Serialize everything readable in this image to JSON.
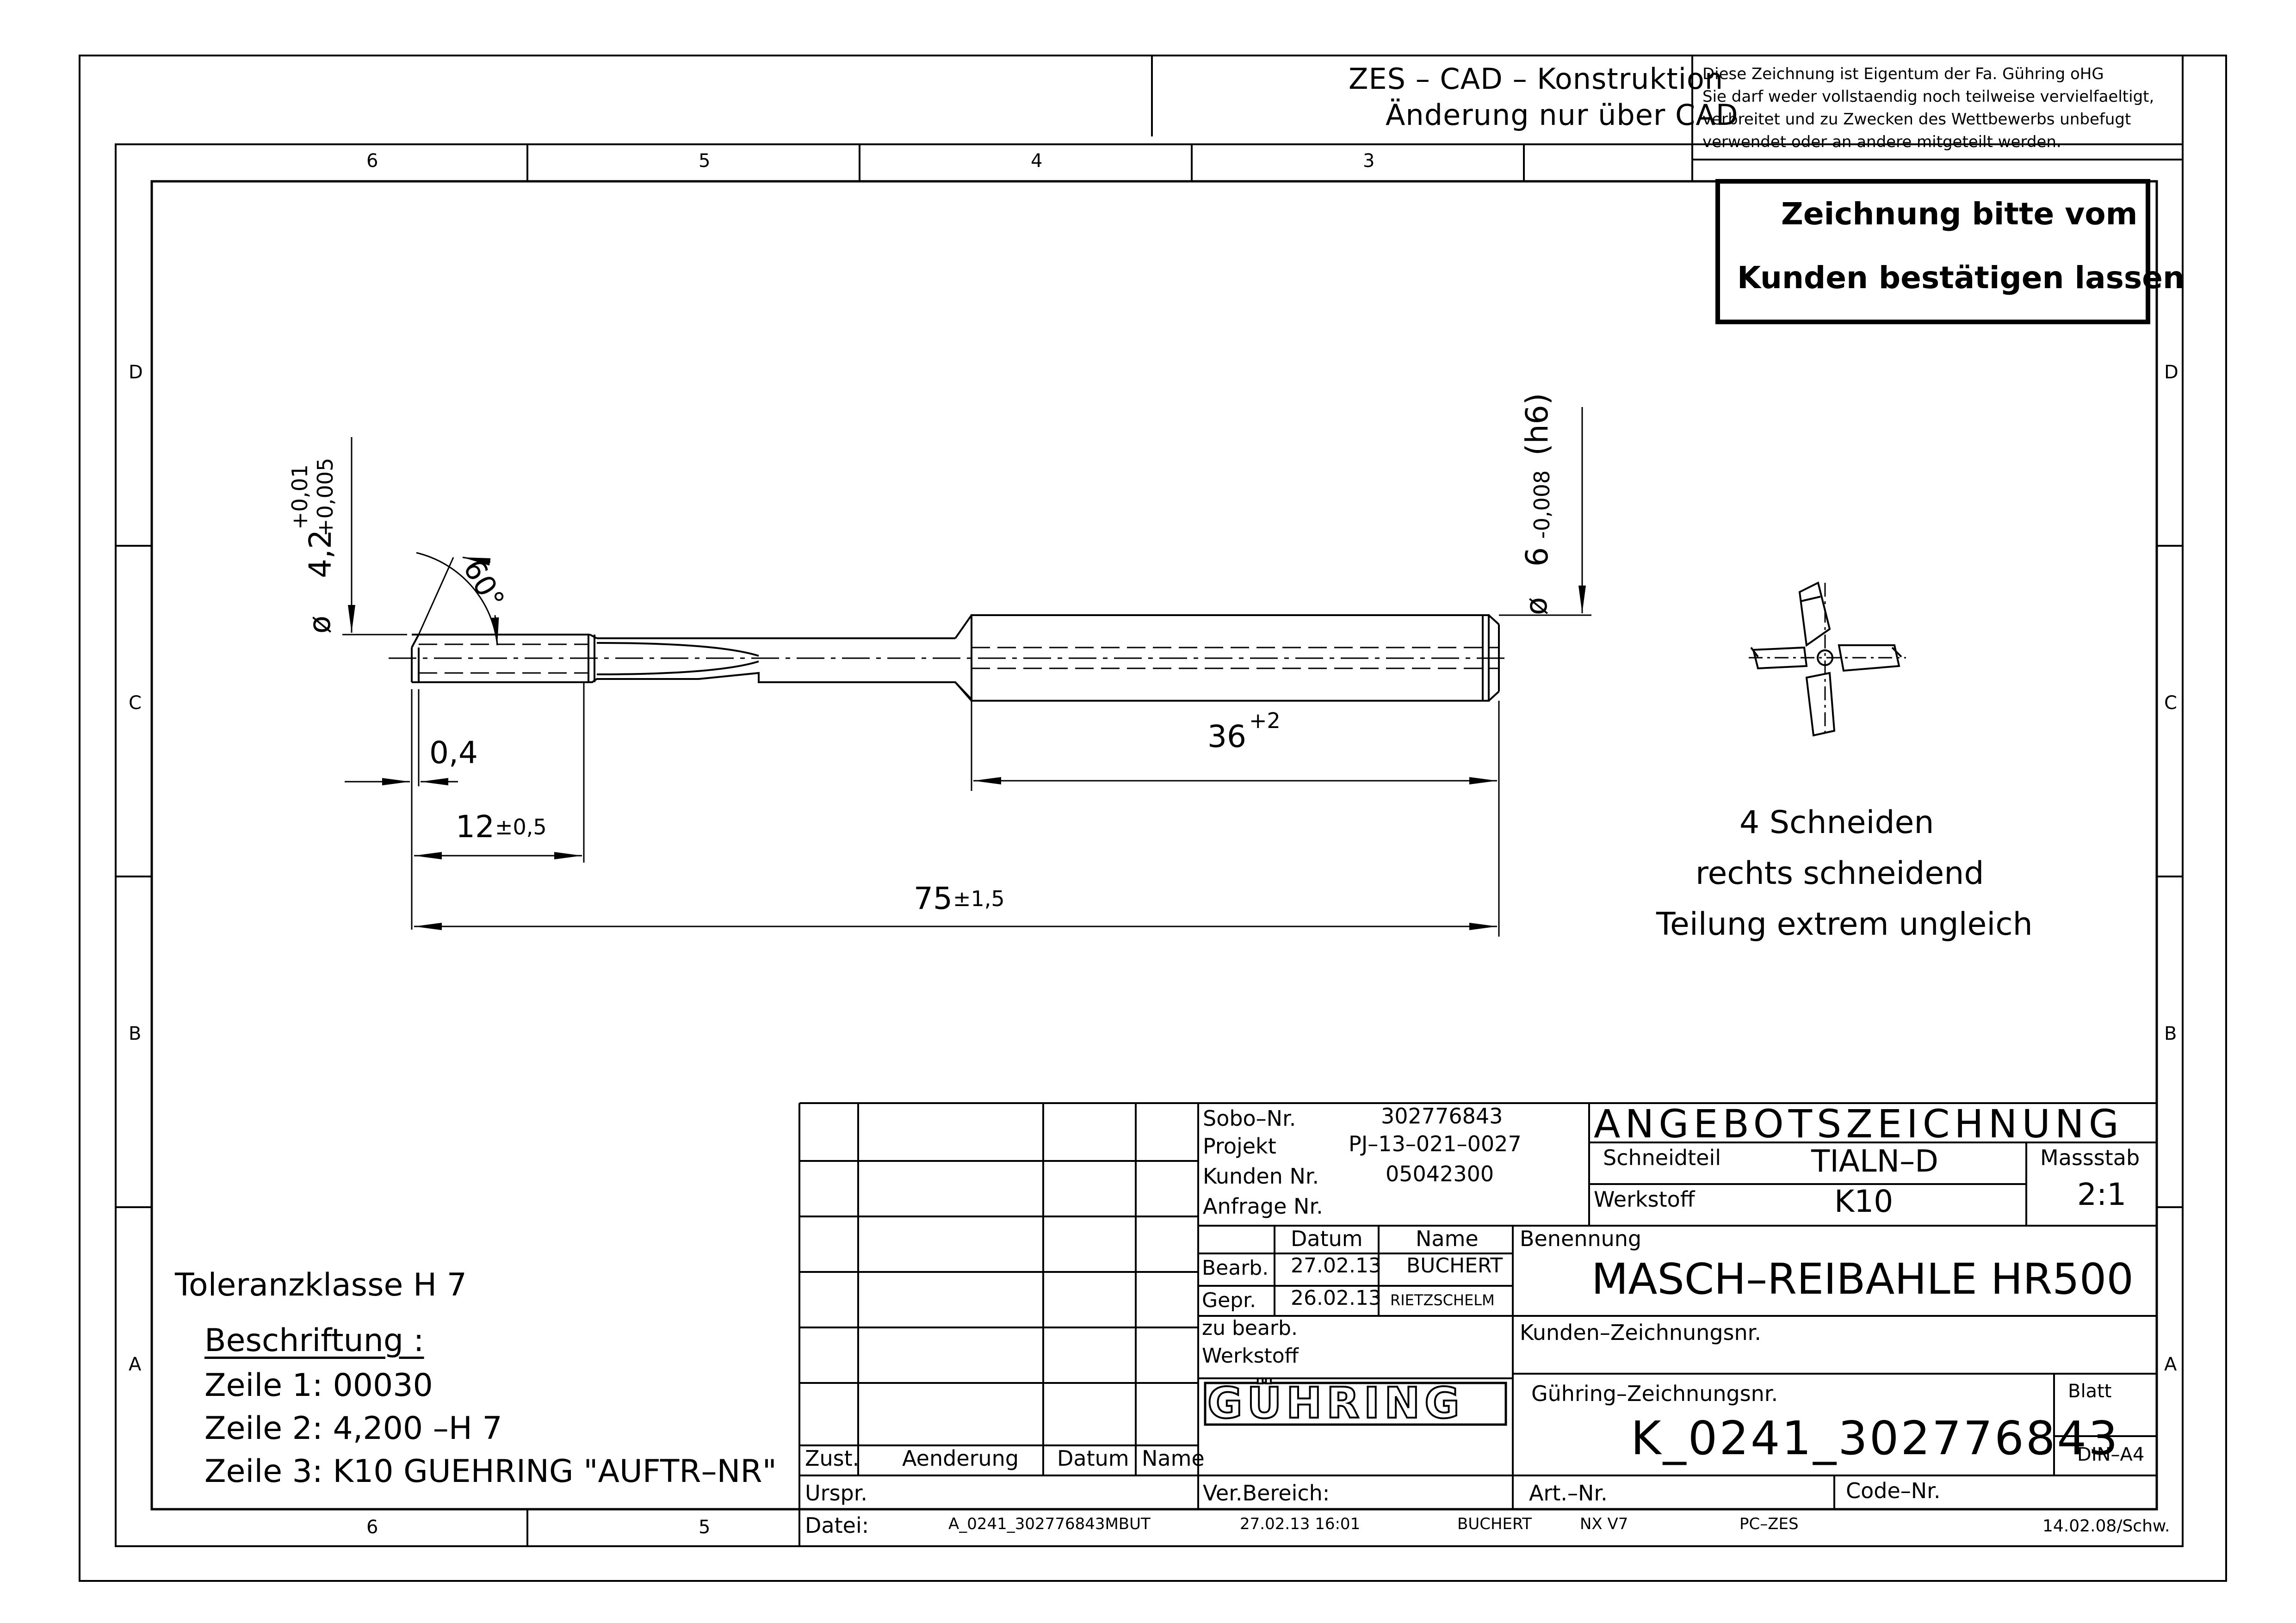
{
  "header": {
    "cad_line1": "ZES – CAD – Konstruktion",
    "cad_line2": "Änderung nur über CAD",
    "copyright": [
      "Diese Zeichnung ist Eigentum der Fa. Gühring oHG",
      "Sie darf weder vollstaendig noch teilweise vervielfaeltigt,",
      "verbreitet und zu Zwecken des Wettbewerbs unbefugt",
      "verwendet oder an andere mitgeteilt werden."
    ]
  },
  "notice": {
    "line1": "Zeichnung bitte vom",
    "line2": "Kunden bestätigen lassen"
  },
  "grid": {
    "columns_top": [
      "6",
      "5",
      "4",
      "3"
    ],
    "columns_bottom": [
      "6",
      "5"
    ],
    "rows": [
      "D",
      "C",
      "B",
      "A"
    ]
  },
  "dimensions": {
    "dia_small_prefix": "ø",
    "dia_small_value": "4,2",
    "dia_small_tol_upper": "+0,01",
    "dia_small_tol_lower": "+0,005",
    "angle": "60°",
    "chamfer": "0,4",
    "len_cut": "12",
    "len_cut_tol": "±0,5",
    "len_total": "75",
    "len_total_tol": "±1,5",
    "len_shank": "36",
    "len_shank_tol": "+2",
    "dia_shank_prefix": "ø",
    "dia_shank_value": "6",
    "dia_shank_tol": "-0,008",
    "dia_shank_fit": "(h6)"
  },
  "flute_notes": [
    "4 Schneiden",
    "rechts schneidend",
    "Teilung extrem ungleich"
  ],
  "notes": {
    "tolerance": "Toleranzklasse H 7",
    "label_title": "Beschriftung :",
    "lines": [
      "Zeile 1:  00030",
      "Zeile 2:  4,200 –H 7",
      "Zeile 3:  K10 GUEHRING \"AUFTR–NR\""
    ]
  },
  "title_block": {
    "sobo_label": "Sobo–Nr.",
    "sobo_value": "302776843",
    "projekt_label": "Projekt",
    "projekt_value": "PJ–13–021–0027",
    "kunden_label": "Kunden Nr.",
    "kunden_value": "05042300",
    "anfrage_label": "Anfrage Nr.",
    "datum_header": "Datum",
    "name_header": "Name",
    "bearb_label": "Bearb.",
    "bearb_date": "27.02.13",
    "bearb_name": "BUCHERT",
    "gepr_label": "Gepr.",
    "gepr_date": "26.02.13",
    "gepr_name": "RIETZSCHELM",
    "zu_bearb_line1": "zu bearb.",
    "zu_bearb_line2": "Werkstoff",
    "logo": "GÜHRING",
    "doc_title": "ANGEBOTSZEICHNUNG",
    "schneidteil_label": "Schneidteil",
    "schneidteil_value": "TIALN–D",
    "werkstoff_label": "Werkstoff",
    "werkstoff_value": "K10",
    "massstab_label": "Massstab",
    "massstab_value": "2:1",
    "benennung_label": "Benennung",
    "benennung_value": "MASCH–REIBAHLE HR500",
    "kunden_zeichnungsnr_label": "Kunden–Zeichnungsnr.",
    "guehring_zeichnungsnr_label": "Gühring–Zeichnungsnr.",
    "guehring_zeichnungsnr_value": "K_0241_302776843",
    "blatt_label": "Blatt",
    "format": "DIN–A4",
    "zust_label": "Zust.",
    "aenderung_label": "Aenderung",
    "datum_label": "Datum",
    "name_label": "Name",
    "urspr_label": "Urspr.",
    "ver_bereich_label": "Ver.Bereich:",
    "art_nr_label": "Art.–Nr.",
    "code_nr_label": "Code–Nr."
  },
  "footer": {
    "datei_label": "Datei:",
    "datei_value": "A_0241_302776843MBUT",
    "timestamp": "27.02.13 16:01",
    "user": "BUCHERT",
    "system": "NX V7",
    "pc": "PC–ZES",
    "revision": "14.02.08/Schw."
  }
}
